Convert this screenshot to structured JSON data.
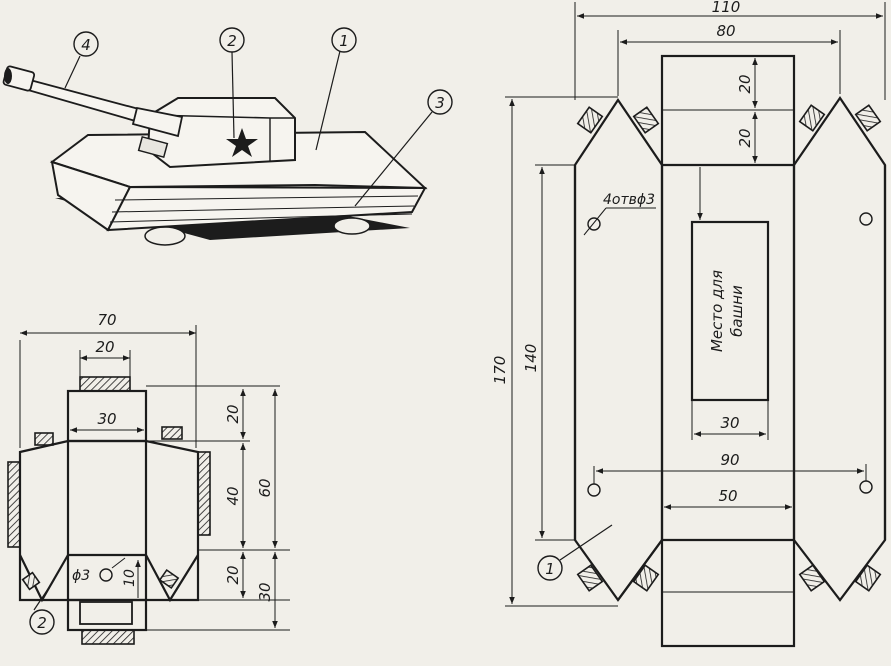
{
  "tank_view": {
    "callouts": [
      "1",
      "2",
      "3",
      "4"
    ]
  },
  "turret_unfold": {
    "dims": {
      "overall_width": "70",
      "tab_width": "20",
      "inner_width": "30",
      "seg_top": "20",
      "seg_mid": "40",
      "seg_bottom": "20",
      "overall_height": "60",
      "bottom_height": "30",
      "hole": "ϕ3",
      "hole_offset": "10"
    },
    "callout": "2"
  },
  "hull_unfold": {
    "dims": {
      "overall_width": "110",
      "top_width": "80",
      "seg1": "20",
      "seg2": "20",
      "holes": "4отвϕ3",
      "overall_length": "170",
      "inner_length": "140",
      "cutout_width": "30",
      "hole_spacing": "90",
      "bottom_width": "50"
    },
    "cutout_label_line1": "Место для",
    "cutout_label_line2": "башни",
    "callout": "1"
  },
  "colors": {
    "ink": "#1c1c1c",
    "paper": "#f1efe9"
  }
}
